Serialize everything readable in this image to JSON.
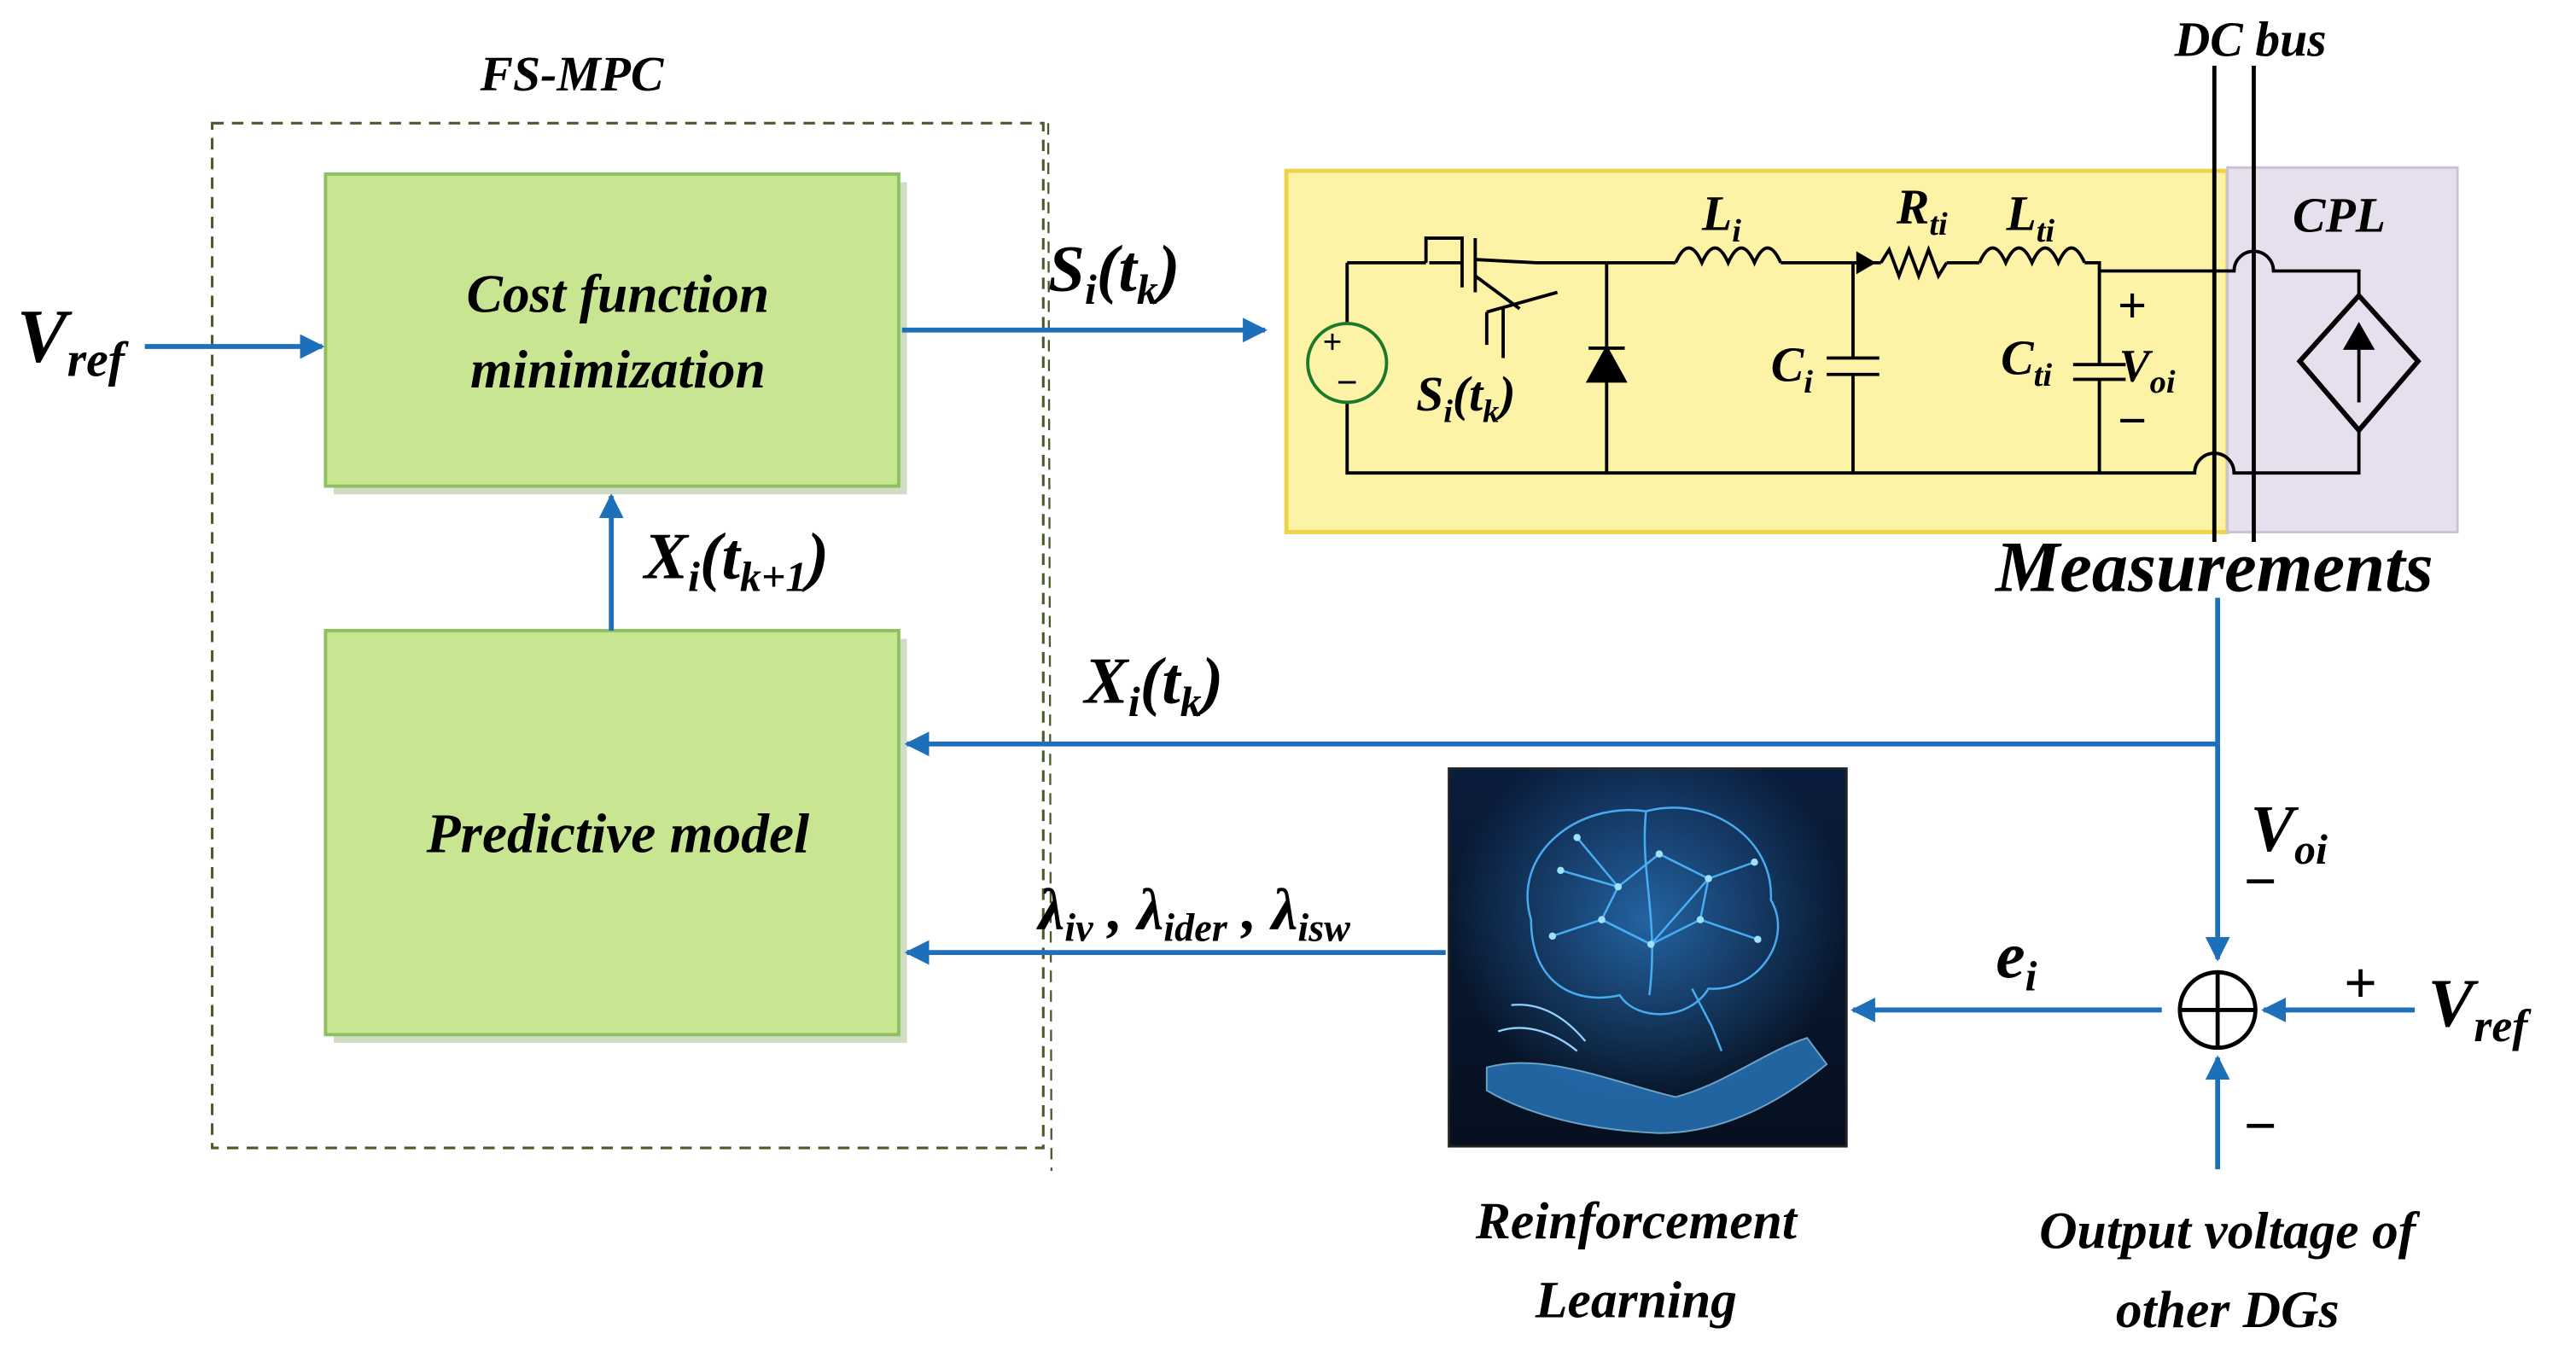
{
  "fs_mpc": {
    "title": "FS-MPC"
  },
  "blocks": {
    "cost_function": {
      "line1": "Cost function",
      "line2": "minimization"
    },
    "predictive_model": {
      "label": "Predictive model"
    }
  },
  "signals": {
    "vref_input": {
      "base": "V",
      "sub": "ref"
    },
    "switching": {
      "base": "S",
      "sub1": "i",
      "mid": "(t",
      "sub2": "k",
      "end": ")"
    },
    "predicted_state": {
      "base": "X",
      "sub1": "i",
      "mid": "(t",
      "sub2": "k+1",
      "end": ")"
    },
    "measured_state": {
      "base": "X",
      "sub1": "i",
      "mid": "(t",
      "sub2": "k",
      "end": ")"
    },
    "weights": {
      "l1": "λ",
      "s1": "iv",
      "sep1": " , ",
      "l2": "λ",
      "s2": "ider",
      "sep2": " , ",
      "l3": "λ",
      "s3": "isw"
    },
    "error": {
      "base": "e",
      "sub": "i"
    },
    "voi": {
      "base": "V",
      "sub": "oi"
    },
    "vref_right": {
      "base": "V",
      "sub": "ref"
    }
  },
  "circuit": {
    "li": {
      "base": "L",
      "sub": "i"
    },
    "rti": {
      "base": "R",
      "sub": "ti"
    },
    "lti": {
      "base": "L",
      "sub": "ti"
    },
    "ci": {
      "base": "C",
      "sub": "i"
    },
    "cti": {
      "base": "C",
      "sub": "ti"
    },
    "switch": {
      "base": "S",
      "sub1": "i",
      "mid": "(t",
      "sub2": "k",
      "end": ")"
    },
    "voi": {
      "base": "V",
      "sub": "oi"
    },
    "plus": "+",
    "minus": "−",
    "src_plus": "+",
    "src_minus": "−"
  },
  "dc_bus": {
    "label": "DC bus"
  },
  "cpl": {
    "label": "CPL"
  },
  "measurements": {
    "label": "Measurements"
  },
  "rl": {
    "line1": "Reinforcement",
    "line2": "Learning"
  },
  "summing": {
    "minus_top": "−",
    "plus_right": "+",
    "minus_bottom": "−"
  },
  "other_dgs": {
    "line1": "Output voltage of",
    "line2": "other DGs"
  },
  "colors": {
    "block_fill": "#c8e592",
    "block_stroke": "#8dc060",
    "arrow": "#1e6fba",
    "circuit_bg": "#fdf3a6",
    "circuit_border": "#f0d24a",
    "cpl_bg": "#e6e0ee",
    "dash": "#4a5a2a"
  }
}
